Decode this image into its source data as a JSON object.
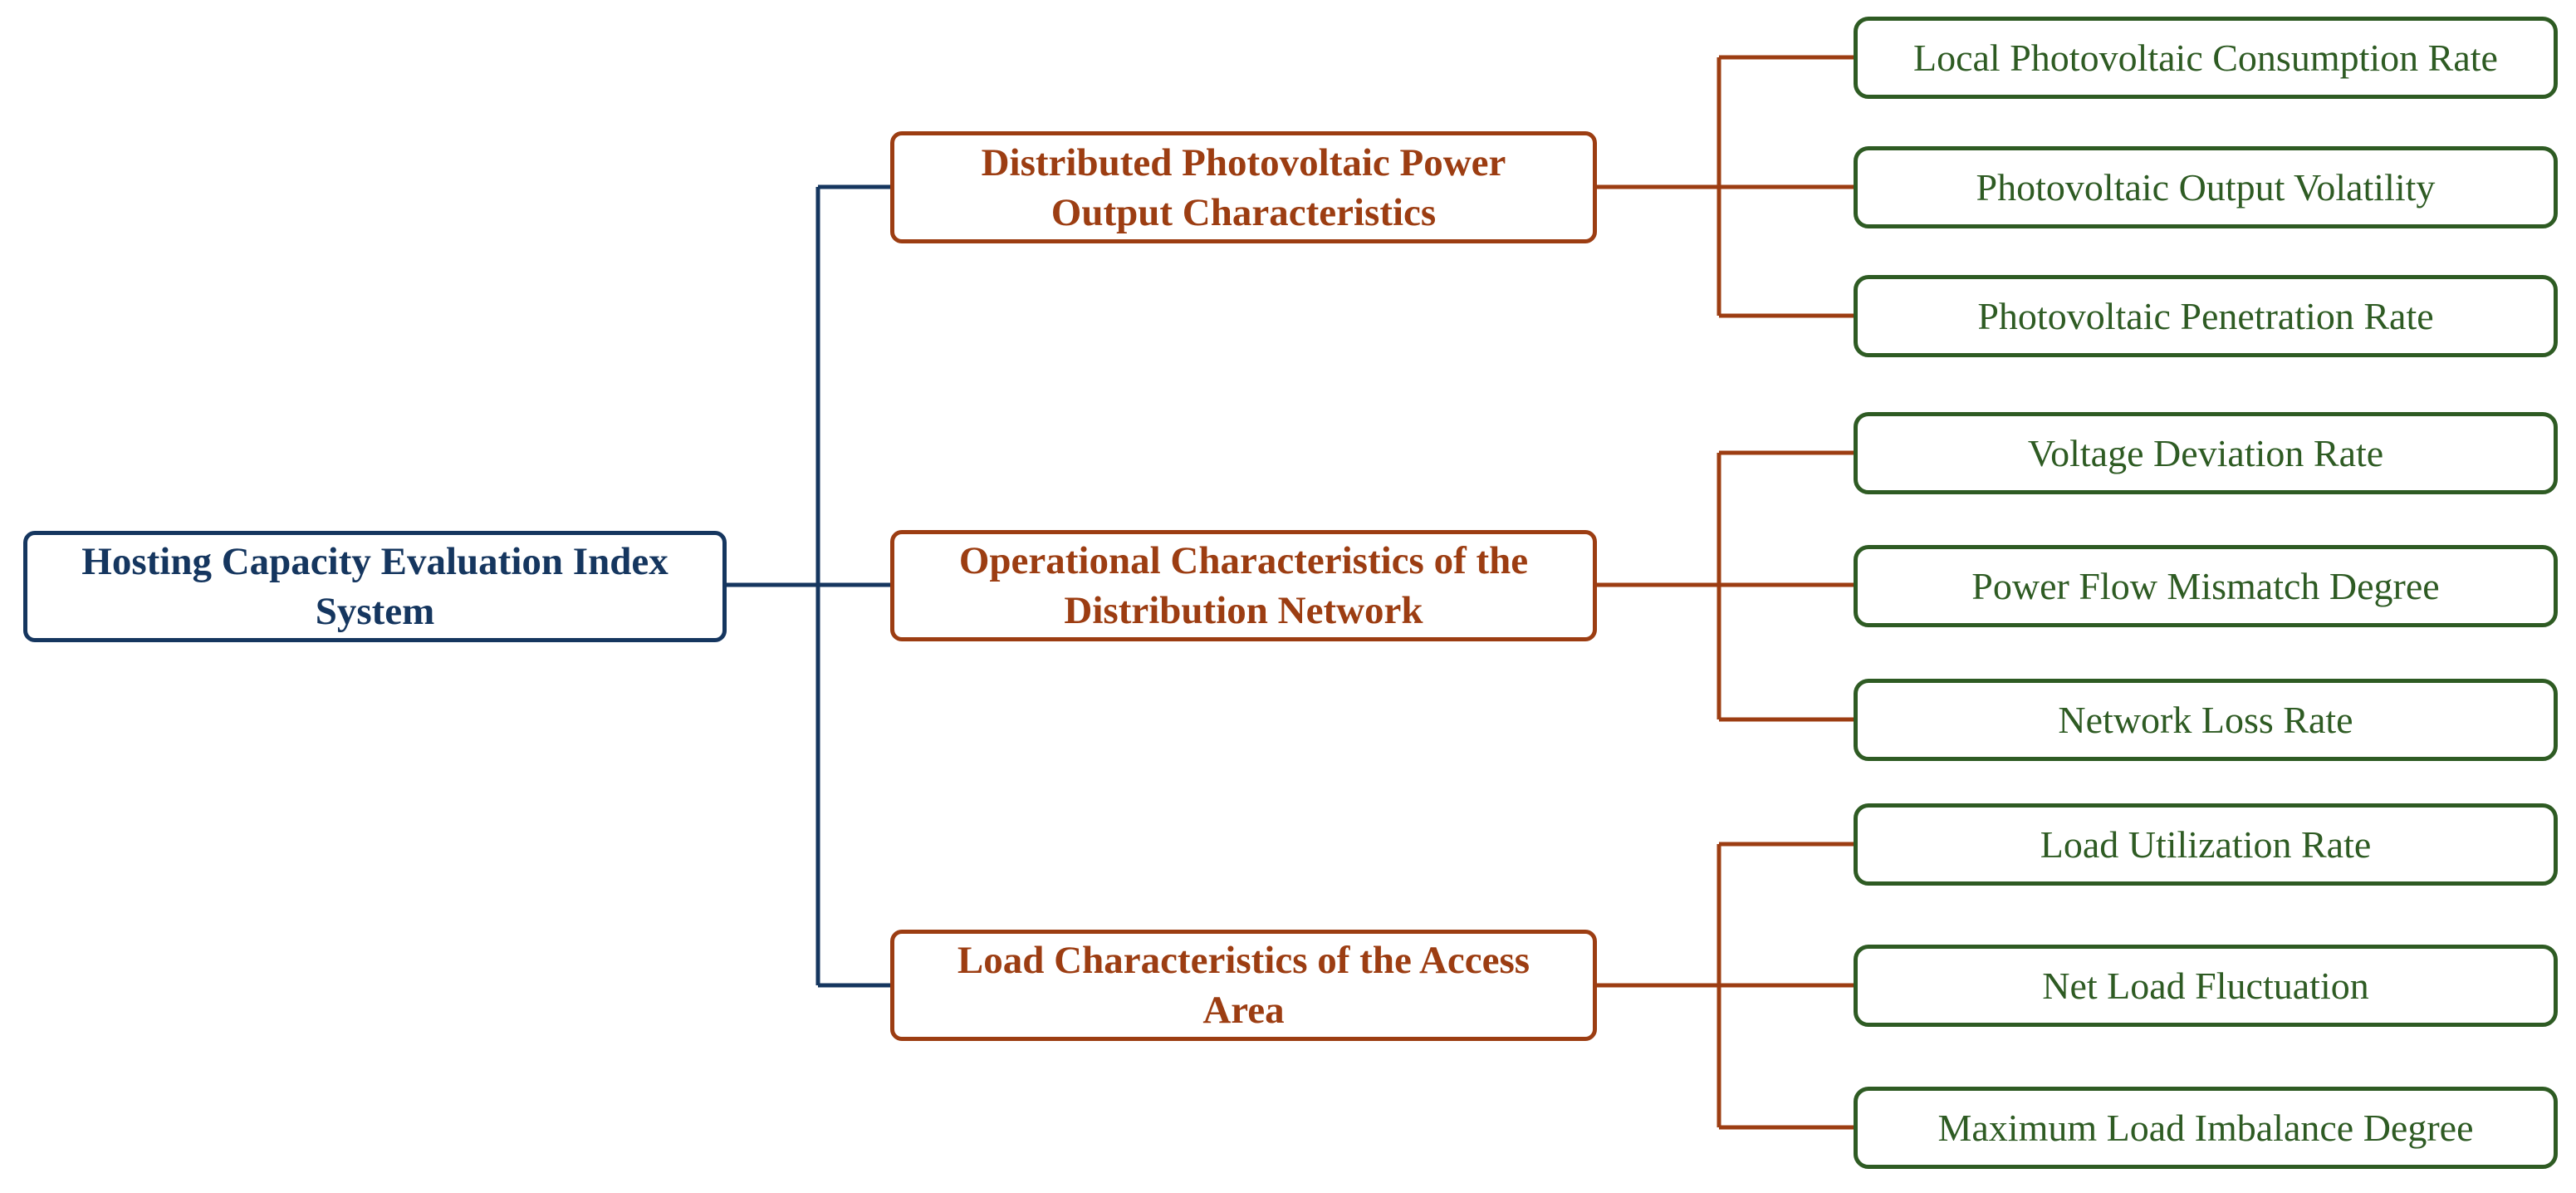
{
  "colors": {
    "root": "#15365f",
    "category": "#9c3d12",
    "indicator": "#2e5b23"
  },
  "root": {
    "label": "Hosting Capacity Evaluation Index System"
  },
  "categories": [
    {
      "label": "Distributed Photovoltaic Power Output Characteristics",
      "indicators": [
        "Local Photovoltaic Consumption Rate",
        "Photovoltaic Output Volatility",
        "Photovoltaic Penetration Rate"
      ]
    },
    {
      "label": "Operational Characteristics of the Distribution Network",
      "indicators": [
        "Voltage Deviation Rate",
        "Power Flow Mismatch Degree",
        "Network Loss Rate"
      ]
    },
    {
      "label": "Load Characteristics of the Access Area",
      "indicators": [
        "Load Utilization Rate",
        "Net Load Fluctuation",
        "Maximum Load Imbalance Degree"
      ]
    }
  ]
}
